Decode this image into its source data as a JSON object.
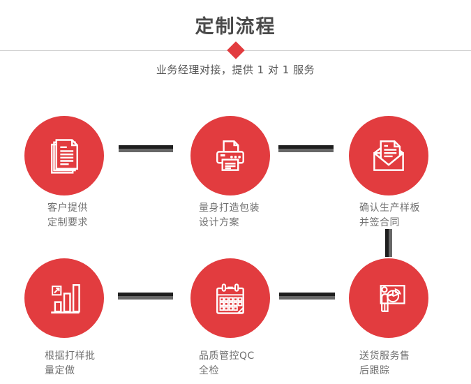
{
  "header": {
    "title": "定制流程",
    "subtitle": "业务经理对接，提供 1 对 1 服务"
  },
  "steps": [
    {
      "label": "客户提供\n定制要求",
      "icon": "documents-icon"
    },
    {
      "label": "量身打造包装\n设计方案",
      "icon": "printer-icon"
    },
    {
      "label": "确认生产样板\n并签合同",
      "icon": "envelope-icon"
    },
    {
      "label": "根据打样批\n量定做",
      "icon": "bar-chart-icon"
    },
    {
      "label": "品质管控QC\n全检",
      "icon": "calendar-icon"
    },
    {
      "label": "送货服务售\n后跟踪",
      "icon": "presentation-icon"
    }
  ],
  "colors": {
    "accent": "#e23c3f",
    "title_text": "#4a4a4a",
    "subtitle_text": "#555555",
    "label_text": "#707070",
    "divider": "#d0d0d0",
    "connector_dark": "#1e1e1e",
    "connector_gray": "#676767",
    "icon_stroke": "#ffffff"
  }
}
